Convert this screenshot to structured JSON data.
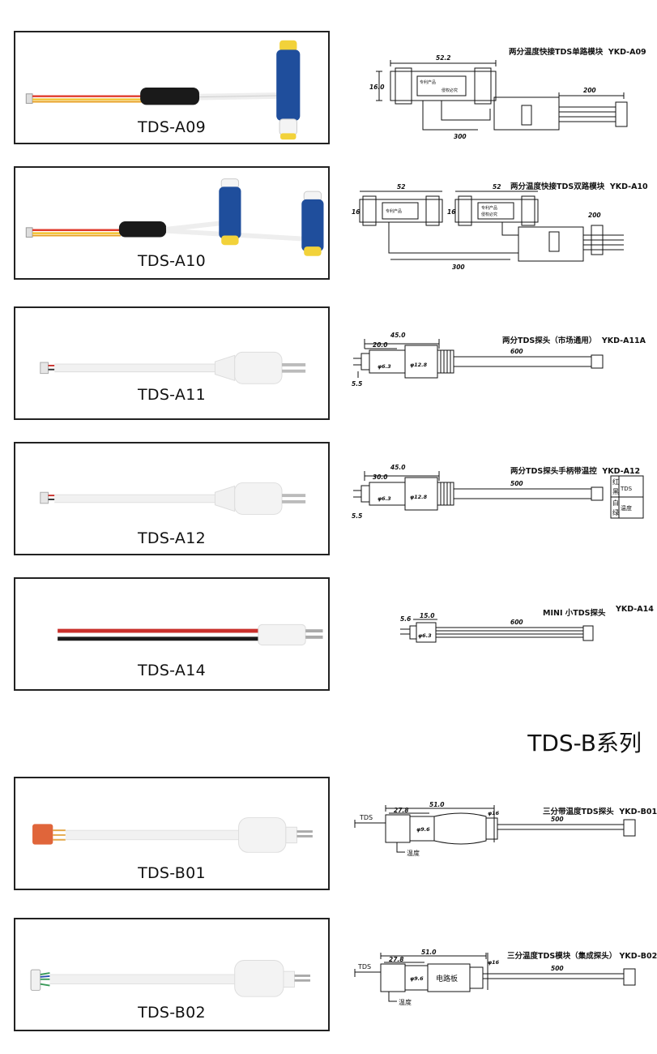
{
  "items": [
    {
      "label": "TDS-A09",
      "title": "两分温度快接TDS单路模块",
      "code": "YKD-A09",
      "dims": {
        "body": "52.2",
        "height": "16.0",
        "cable": "300",
        "lead": "200"
      },
      "marks": {
        "a": "专利产品",
        "b": "侵权必究"
      }
    },
    {
      "label": "TDS-A10",
      "title": "两分温度快接TDS双路模块",
      "code": "YKD-A10",
      "dims": {
        "body1": "52",
        "body2": "52",
        "height": "16",
        "height2": "16",
        "cable": "300",
        "lead": "200"
      },
      "marks": {
        "a": "专利产品",
        "b": "侵权必究"
      }
    },
    {
      "label": "TDS-A11",
      "title": "两分TDS探头（市场通用）",
      "code": "YKD-A11A",
      "dims": {
        "total": "45.0",
        "pin": "20.0",
        "cable": "600",
        "tip": "5.5",
        "dia": "φ6.3",
        "body": "φ12.8"
      }
    },
    {
      "label": "TDS-A12",
      "title": "两分TDS探头手柄带温控",
      "code": "YKD-A12",
      "dims": {
        "total": "45.0",
        "pin": "30.0",
        "cable": "500",
        "tip": "5.5",
        "dia": "φ6.3",
        "body": "φ12.8"
      },
      "legend": {
        "red": "红",
        "black": "黑",
        "tds": "TDS",
        "white": "白",
        "green": "绿",
        "temp": "温度"
      }
    },
    {
      "label": "TDS-A14",
      "title": "MINI 小TDS探头",
      "code": "YKD-A14",
      "dims": {
        "pin": "15.0",
        "tip": "5.6",
        "dia": "φ6.3",
        "cable": "600"
      }
    },
    {
      "label": "TDS-B01",
      "title": "三分带温度TDS探头",
      "code": "YKD-B01",
      "dims": {
        "total": "51.0",
        "pin": "27.8",
        "dia": "φ9.6",
        "body": "φ16",
        "cable": "500"
      },
      "notes": {
        "tds": "TDS",
        "temp": "温度"
      }
    },
    {
      "label": "TDS-B02",
      "title": "三分温度TDS模块（集成探头）",
      "code": "YKD-B02",
      "dims": {
        "total": "51.0",
        "pin": "27.8",
        "dia": "φ9.6",
        "body": "φ16",
        "cable": "500"
      },
      "notes": {
        "tds": "TDS",
        "temp": "温度",
        "board": "电路板"
      }
    }
  ],
  "series_heading": "TDS-B系列",
  "colors": {
    "blue": "#1f4e9c",
    "yellow": "#f2d23a",
    "red": "#c9302c",
    "black": "#1a1a1a",
    "orange": "#e0653a",
    "white_cable": "#f1f1f1"
  }
}
